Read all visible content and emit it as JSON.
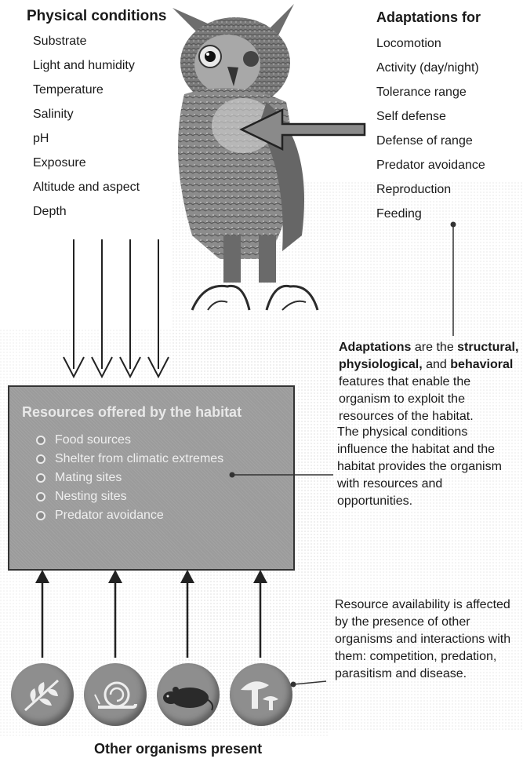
{
  "physical": {
    "heading": "Physical conditions",
    "items": [
      "Substrate",
      "Light and humidity",
      "Temperature",
      "Salinity",
      "pH",
      "Exposure",
      "Altitude and aspect",
      "Depth"
    ]
  },
  "adaptations": {
    "heading": "Adaptations for",
    "items": [
      "Locomotion",
      "Activity (day/night)",
      "Tolerance range",
      "Self defense",
      "Defense of range",
      "Predator avoidance",
      "Reproduction",
      "Feeding"
    ]
  },
  "note_adaptations": {
    "term1": "Adaptations",
    "text1": " are the ",
    "term2": "structural, physiological,",
    "text2": " and ",
    "term3": "behavioral",
    "text3": " features that enable the organism to exploit the resources of the habitat."
  },
  "resources": {
    "title": "Resources offered by the habitat",
    "items": [
      "Food sources",
      "Shelter from climatic extremes",
      "Mating sites",
      "Nesting sites",
      "Predator avoidance"
    ]
  },
  "note_physical": "The physical conditions influence the habitat and the habitat provides the organism with resources and opportunities.",
  "note_resource": "Resource availability is affected by the presence of other organisms and interactions with them: competition, predation, parasitism and disease.",
  "organisms": {
    "label": "Other organisms present",
    "icons": [
      "plant-icon",
      "snail-icon",
      "rodent-icon",
      "mushroom-icon"
    ]
  }
}
